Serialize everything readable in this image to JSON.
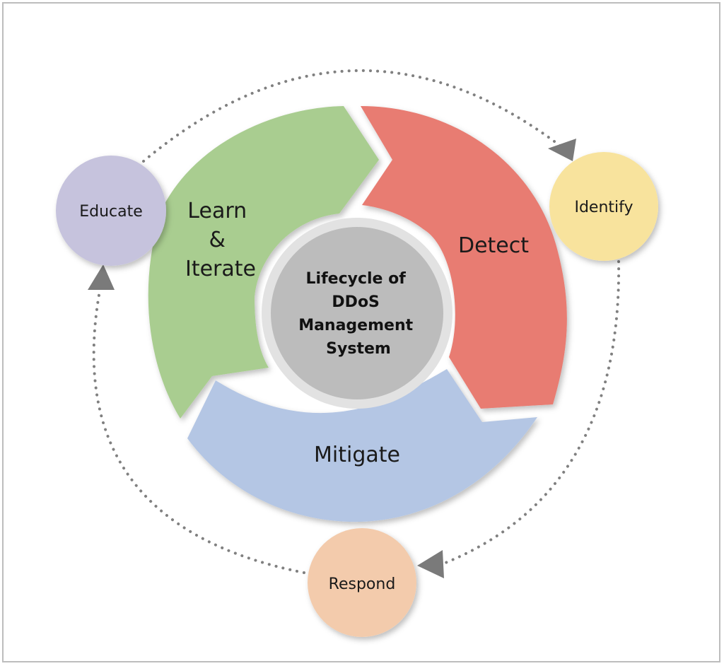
{
  "diagram": {
    "center_lines": [
      "Lifecycle of",
      "DDoS",
      "Management",
      "System"
    ],
    "segments": {
      "learn": {
        "lines": [
          "Learn",
          "&",
          "Iterate"
        ],
        "color": "#a9cd90"
      },
      "detect": {
        "label": "Detect",
        "color": "#e87c72"
      },
      "mitigate": {
        "label": "Mitigate",
        "color": "#b4c6e4"
      }
    },
    "nodes": {
      "educate": {
        "label": "Educate",
        "color": "#c6c3dd"
      },
      "identify": {
        "label": "Identify",
        "color": "#f8e39d"
      },
      "respond": {
        "label": "Respond",
        "color": "#f3cbac"
      }
    },
    "colors": {
      "center_fill": "#bcbcbc",
      "center_ring": "#e2e2e2",
      "dotted_cycle": "#808080"
    }
  }
}
